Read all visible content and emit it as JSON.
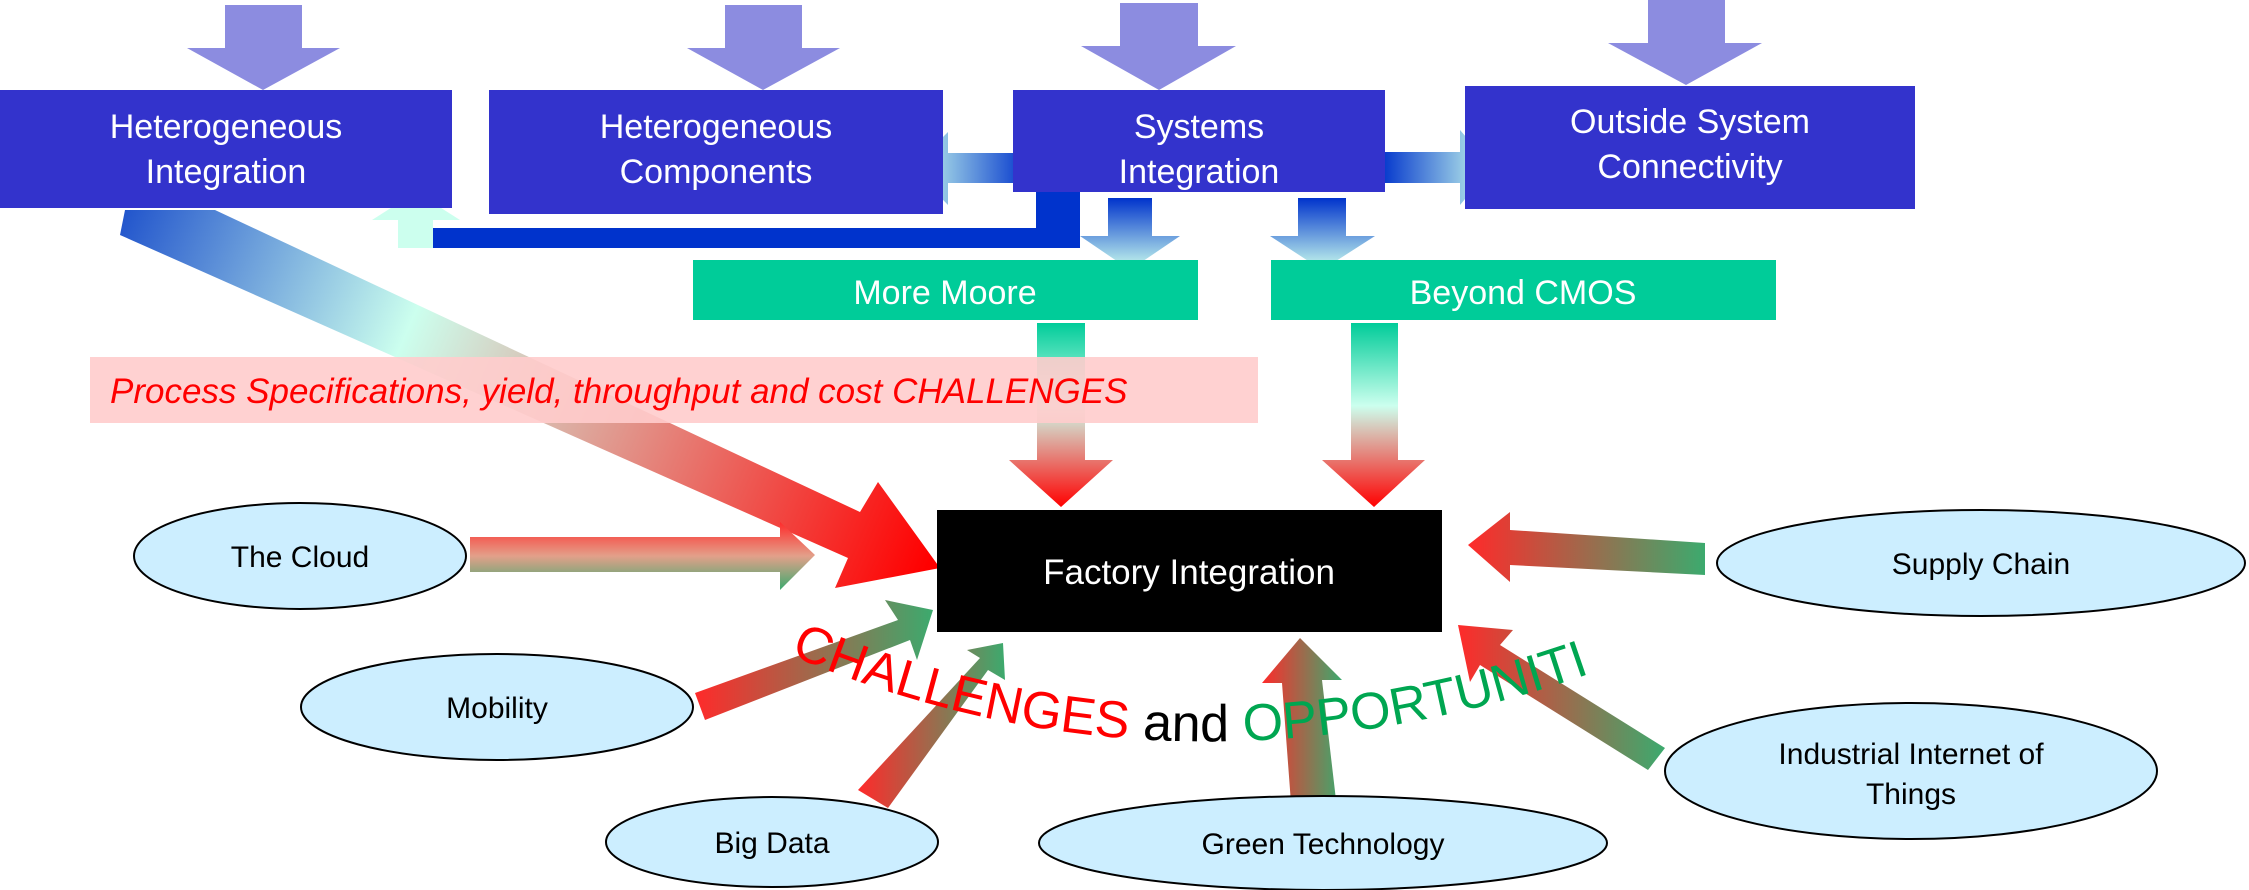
{
  "top_boxes": {
    "heterogeneous_integration": [
      "Heterogeneous",
      "Integration"
    ],
    "heterogeneous_components": [
      "Heterogeneous",
      "Components"
    ],
    "systems_integration": [
      "Systems",
      "Integration"
    ],
    "outside_system_connectivity": [
      "Outside System",
      "Connectivity"
    ]
  },
  "green_boxes": {
    "more_moore": "More Moore",
    "beyond_cmos": "Beyond CMOS"
  },
  "banner": "Process Specifications, yield, throughput and cost CHALLENGES",
  "center": "Factory Integration",
  "ovals": {
    "the_cloud": [
      "The Cloud"
    ],
    "mobility": [
      "Mobility"
    ],
    "big_data": [
      "Big Data"
    ],
    "green_technology": [
      "Green Technology"
    ],
    "supply_chain": [
      "Supply Chain"
    ],
    "industrial_iot": [
      "Industrial Internet of",
      "Things"
    ]
  },
  "arc_caption": {
    "challenges": "CHALLENGES",
    "and": "and",
    "opportunities": "OPPORTUNITIES"
  },
  "colors": {
    "box_blue": "#3333cc",
    "arrow_lavender": "#8c8ce0",
    "box_green": "#00cc99",
    "banner_pink": "#ffcccc",
    "oval_fill": "#cceeff",
    "center_black": "#000000",
    "red": "#ff0000",
    "green_text": "#00a651"
  }
}
